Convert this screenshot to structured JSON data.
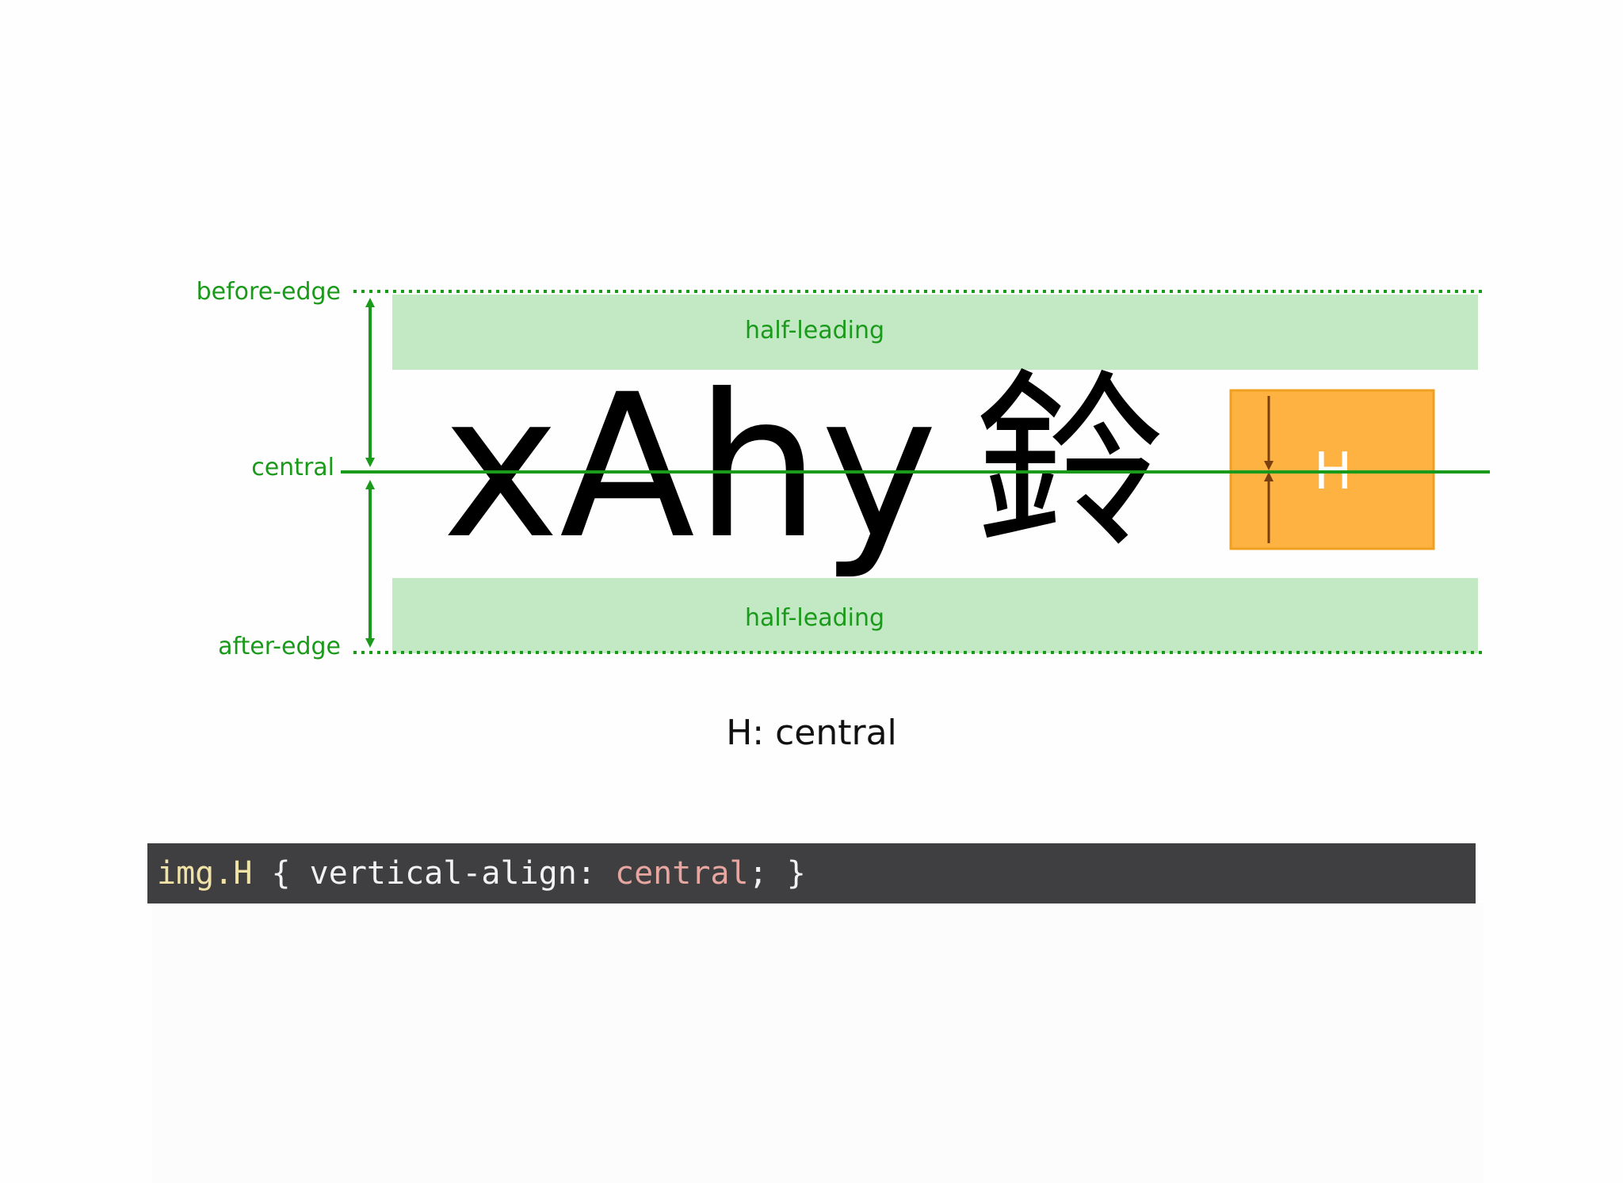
{
  "diagram": {
    "labels": {
      "before_edge": "before-edge",
      "central": "central",
      "after_edge": "after-edge"
    },
    "half_leading_top": "half-leading",
    "half_leading_bottom": "half-leading",
    "sample_text": "xAhy",
    "sample_cjk": "鈴",
    "box_letter": "H",
    "colors": {
      "guide_green": "#1a9a1a",
      "half_leading_fill": "#c2e8c4",
      "box_fill": "#fdb241",
      "box_stroke": "#f0a020",
      "box_arrow": "#7a3f10"
    }
  },
  "caption": "H: central",
  "code": {
    "selector": "img.H",
    "open": " { vertical-align: ",
    "value": "central",
    "close": "; }"
  }
}
